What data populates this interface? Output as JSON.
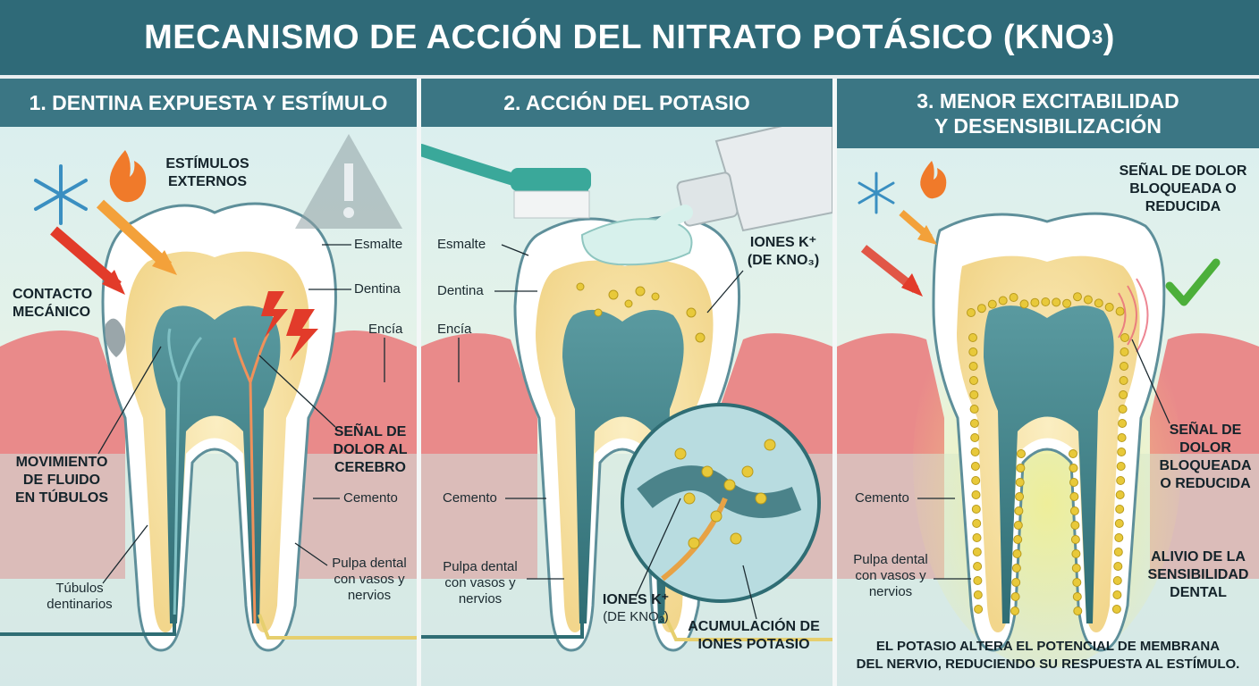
{
  "title": {
    "main": "MECANISMO DE ACCIÓN DEL NITRATO POTÁSICO (KNO",
    "sub": "3",
    "close": ")"
  },
  "panels": [
    {
      "heading": "1. DENTINA EXPUESTA Y ESTÍMULO",
      "labels": {
        "estimulos": [
          "ESTÍMULOS",
          "EXTERNOS"
        ],
        "contacto": [
          "CONTACTO",
          "MECÁNICO"
        ],
        "movimiento": [
          "MOVIMIENTO",
          "DE FLUIDO",
          "EN TÚBULOS"
        ],
        "senal": [
          "SEÑAL DE",
          "DOLOR AL",
          "CEREBRO"
        ],
        "esmalte": "Esmalte",
        "dentina": "Dentina",
        "encia": "Encía",
        "cemento": "Cemento",
        "pulpa": [
          "Pulpa dental",
          "con vasos y",
          "nervios"
        ],
        "tubulos": [
          "Túbulos",
          "dentinarios"
        ]
      }
    },
    {
      "heading": "2. ACCIÓN DEL POTASIO",
      "labels": {
        "esmalte": "Esmalte",
        "dentina": "Dentina",
        "encia": "Encía",
        "cemento": "Cemento",
        "pulpa": [
          "Pulpa dental",
          "con vasos y",
          "nervios"
        ],
        "iones_top": [
          "IONES K⁺",
          "(DE KNO₃)"
        ],
        "iones_bottom": [
          "IONES K⁺",
          "(DE KNO₃)"
        ],
        "acumulacion": [
          "ACUMULACIÓN DE",
          "IONES POTASIO"
        ]
      }
    },
    {
      "heading": [
        "3. MENOR EXCITABILIDAD",
        "Y DESENSIBILIZACIÓN"
      ],
      "labels": {
        "senal_top": [
          "SEÑAL DE DOLOR",
          "BLOQUEADA O",
          "REDUCIDA"
        ],
        "senal_right": [
          "SEÑAL DE",
          "DOLOR",
          "BLOQUEADA",
          "O REDUCIDA"
        ],
        "alivio": [
          "ALIVIO DE LA",
          "SENSIBILIDAD",
          "DENTAL"
        ],
        "cemento": "Cemento",
        "pulpa": [
          "Pulpa dental",
          "con vasos y",
          "nervios"
        ],
        "nota": [
          "EL POTASIO ALTERA EL POTENCIAL DE MEMBRANA",
          "DEL NERVIO, REDUCIENDO SU RESPUESTA AL ESTÍMULO."
        ]
      }
    }
  ],
  "colors": {
    "header": "#2f6a78",
    "panel_head": "#3b7684",
    "gum": "#e98a8a",
    "dentin": "#f6dfa0",
    "enamel": "#ffffff",
    "pulp": "#3f7f86",
    "ion": "#e8c93a",
    "pain": "#e23b2a",
    "check": "#4caf3a"
  },
  "icons": [
    "snowflake-icon",
    "flame-icon",
    "warning-icon",
    "toothbrush-icon",
    "toothpaste-tube-icon",
    "check-icon",
    "lightning-icon"
  ]
}
